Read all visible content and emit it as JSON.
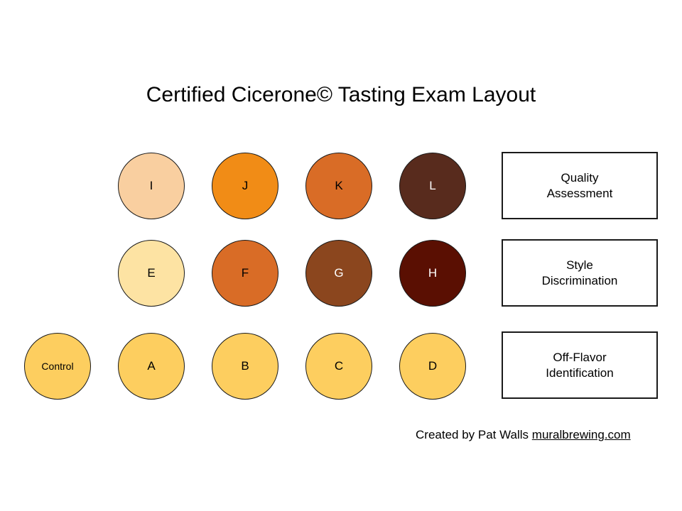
{
  "title": "Certified Cicerone© Tasting Exam Layout",
  "rows": {
    "quality": {
      "cups": [
        {
          "label": "I",
          "color": "#F9CFA0",
          "text_color": "#000000"
        },
        {
          "label": "J",
          "color": "#F18C16",
          "text_color": "#000000"
        },
        {
          "label": "K",
          "color": "#D96C26",
          "text_color": "#000000"
        },
        {
          "label": "L",
          "color": "#582B1D",
          "text_color": "#FFFFFF"
        }
      ],
      "box": {
        "line1": "Quality",
        "line2": "Assessment"
      }
    },
    "style": {
      "cups": [
        {
          "label": "E",
          "color": "#FDE3A3",
          "text_color": "#000000"
        },
        {
          "label": "F",
          "color": "#D96C26",
          "text_color": "#000000"
        },
        {
          "label": "G",
          "color": "#8B461E",
          "text_color": "#FFFFFF"
        },
        {
          "label": "H",
          "color": "#5A0F02",
          "text_color": "#FFFFFF"
        }
      ],
      "box": {
        "line1": "Style",
        "line2": "Discrimination"
      }
    },
    "offflavor": {
      "control": {
        "label": "Control",
        "color": "#FDCE5F",
        "text_color": "#000000"
      },
      "cups": [
        {
          "label": "A",
          "color": "#FDCE5F",
          "text_color": "#000000"
        },
        {
          "label": "B",
          "color": "#FDCE5F",
          "text_color": "#000000"
        },
        {
          "label": "C",
          "color": "#FDCE5F",
          "text_color": "#000000"
        },
        {
          "label": "D",
          "color": "#FDCE5F",
          "text_color": "#000000"
        }
      ],
      "box": {
        "line1": "Off-Flavor",
        "line2": "Identification"
      }
    }
  },
  "credit": {
    "text": "Created by Pat Walls ",
    "link": "muralbrewing.com"
  }
}
